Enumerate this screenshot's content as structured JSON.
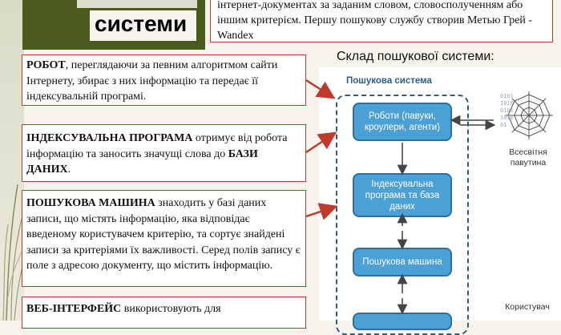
{
  "title": "системи",
  "intro_text": "інтернет-документах за заданим словом, словосполученням або іншим критерієм. Першу пошукову службу створив Метью Грей - Wandex",
  "scheme_heading": "Склад пошукової системи:",
  "descriptions": [
    {
      "term": "РОБОТ",
      "text": ", переглядаючи за певним алгоритмом сайти Інтернету, збирає з них інформацію та передає її індексувальній програмі."
    },
    {
      "term": "ІНДЕКСУВАЛЬНА ПРОГРАМА",
      "text": " отримує від робота інформацію та заносить значущі слова  до ",
      "term2": "БАЗИ ДАНИХ",
      "text2": "."
    },
    {
      "term": "ПОШУКОВА МАШИНА",
      "text": " знаходить у базі даних записи, що містять інформацію, яка відповідає введеному користувачем критерію, та сортує знайдені записи за критеріями їх важливості. Серед полів запису є поле з адресою документу, що містить інформацію."
    },
    {
      "term": "ВЕБ-ІНТЕРФЕЙС",
      "text": " використовують для"
    }
  ],
  "diagram": {
    "title": "Пошукова система",
    "nodes": [
      "Роботи (павуки, кроулери, агенти)",
      "Індексувальна програма та база даних",
      "Пошукова машина"
    ],
    "web_label": "Всесвітня павутина",
    "web_digits": "0101 1010 0101 1010 01",
    "user_label": "Користувач"
  },
  "colors": {
    "accent_red": "#c0392b",
    "node_blue": "#4ba0d5",
    "frame_blue": "#2f5d80",
    "title_bar": "#4a5a1c"
  }
}
